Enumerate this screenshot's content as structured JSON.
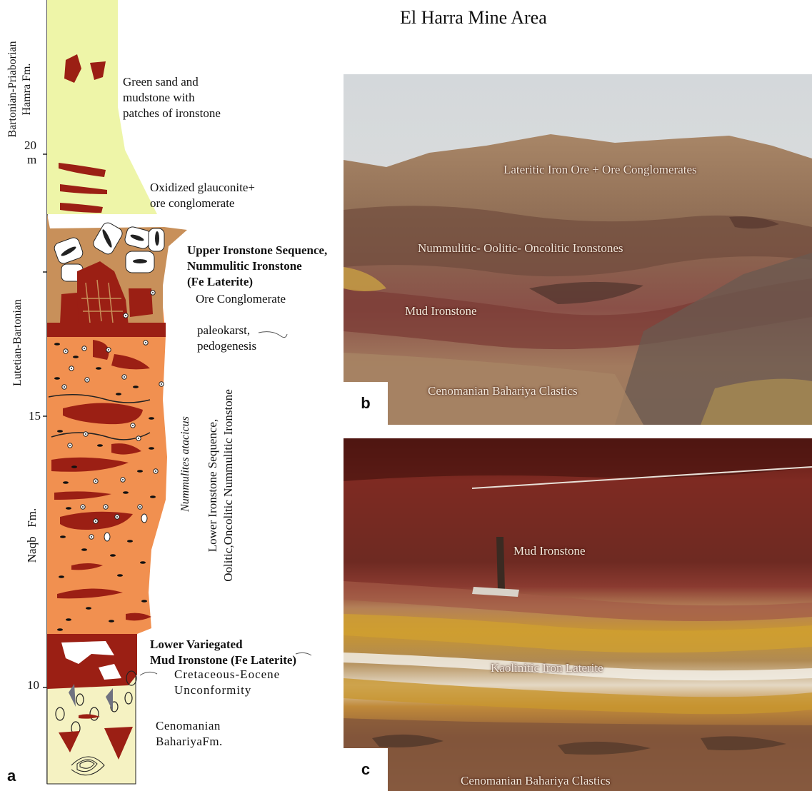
{
  "figure": {
    "title": "El Harra Mine Area",
    "panel_labels": {
      "a": "a",
      "b": "b",
      "c": "c"
    }
  },
  "column": {
    "left_labels": {
      "upper_formation": "Bartonian-Priaborian\nHamra Fm.",
      "middle_age": "Lutetian-Bartonian",
      "lower_formation": "Naqb   Fm."
    },
    "scale_ticks": [
      "20",
      "m",
      "15",
      "10"
    ],
    "fossil_label": "Nummulites atacicus",
    "sequence_label_line1": "Lower Ironstone Sequence,",
    "sequence_label_line2": "Oolitic,Oncolitic Nummulitic Ironstone",
    "annotations": {
      "green_sand": "Green sand and\nmudstone with\npatches of ironstone",
      "oxidized": "Oxidized glauconite+\nore conglomerate",
      "upper_seq": "Upper Ironstone Sequence,\nNummulitic Ironstone\n(Fe Laterite)",
      "ore_cong": "Ore Conglomerate",
      "paleokarst": "paleokarst,\npedogenesis",
      "lower_var": "Lower Variegated\nMud Ironstone (Fe Laterite)",
      "unconformity": "Cretaceous-Eocene\nUnconformity",
      "bahariya": "Cenomanian\nBahariyaFm."
    }
  },
  "photo_b": {
    "labels": {
      "laterite": "Lateritic Iron Ore + Ore Conglomerates",
      "nummulitic": "Nummulitic- Oolitic- Oncolitic Ironstones",
      "mud": "Mud Ironstone",
      "cenomanian": "Cenomanian Bahariya Clastics"
    }
  },
  "photo_c": {
    "labels": {
      "mud": "Mud Ironstone",
      "kaolinitic": "Kaolinitic Iron Laterite",
      "cenomanian": "Cenomanian Bahariya Clastics"
    }
  },
  "colors": {
    "green_sand": "#eef5a8",
    "ironstone": "#9b1f14",
    "orange": "#f19050",
    "tan": "#c8905a",
    "bahariya": "#f5f2c2"
  }
}
